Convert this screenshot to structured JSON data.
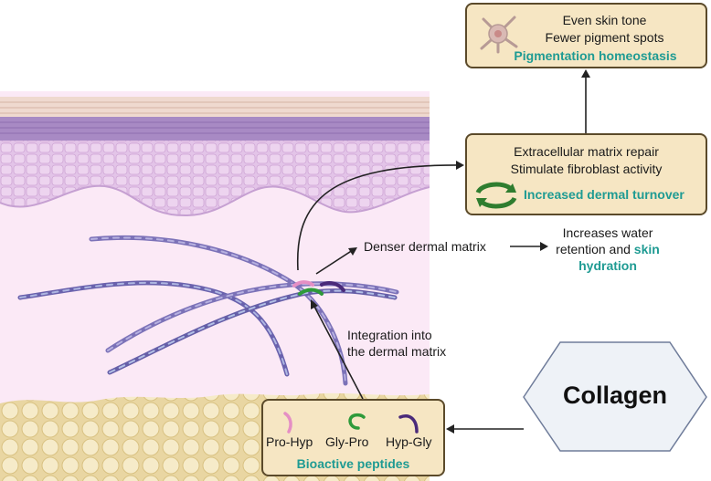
{
  "top_box": {
    "line1": "Even skin tone",
    "line2": "Fewer pigment spots",
    "title": "Pigmentation homeostasis"
  },
  "mid_box": {
    "line1": "Extracellular matrix repair",
    "line2": "Stimulate fibroblast activity",
    "title": "Increased dermal turnover"
  },
  "denser": "Denser dermal matrix",
  "hydration": {
    "line1": "Increases water",
    "line2_prefix": "retention and ",
    "line2_teal": "skin",
    "line3_teal": "hydration"
  },
  "integration": {
    "line1": "Integration into",
    "line2": "the dermal matrix"
  },
  "collagen_label": "Collagen",
  "peptides": {
    "items": [
      "Pro-Hyp",
      "Gly-Pro",
      "Hyp-Gly"
    ],
    "colors": [
      "#e58fc4",
      "#2e9a3a",
      "#4a2a7a"
    ],
    "title": "Bioactive peptides"
  },
  "colors": {
    "box_fill": "#f6e6c3",
    "box_border": "#5b4a2a",
    "accent_teal": "#1f9b93",
    "dermis": "#fbe9f6",
    "epidermis": "#e7c9ea",
    "fat": "#f1e2b6"
  }
}
